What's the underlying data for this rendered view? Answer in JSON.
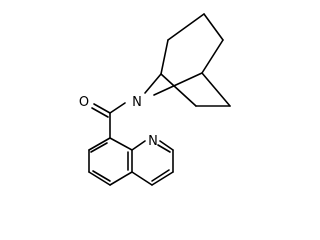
{
  "molecule": {
    "atoms": {
      "oxygen": "O",
      "bridge_nitrogen": "N",
      "ring_nitrogen": "N"
    }
  },
  "colors": {
    "bond": "#000000",
    "background": "#ffffff"
  }
}
